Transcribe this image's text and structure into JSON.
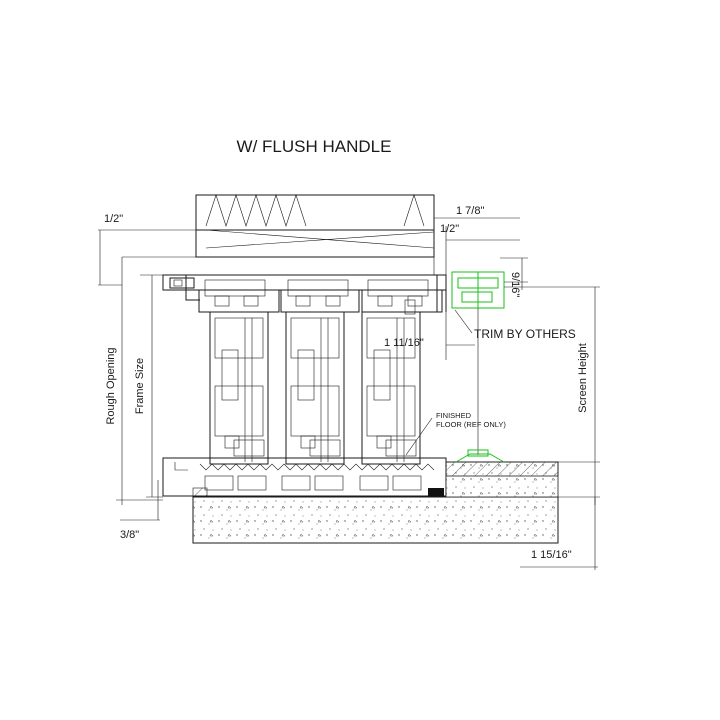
{
  "drawing": {
    "title": "W/ FLUSH HANDLE",
    "dims": {
      "top_half": "1/2\"",
      "head_1_7_8": "1  7/8\"",
      "head_1_2": "1/2\"",
      "screen_9_16": "9/16\"",
      "mid_1_11_16": "1  11/16\"",
      "bottom_3_8": "3/8\"",
      "bottom_1_15_16": "1  15/16\""
    },
    "labels": {
      "rough_opening": "Rough Opening",
      "frame_size": "Frame Size",
      "screen_height": "Screen Height",
      "trim": "TRIM BY OTHERS",
      "floor_line1": "FINISHED",
      "floor_line2": "FLOOR (REF ONLY)"
    },
    "colors": {
      "line": "#1a1a1a",
      "screen": "#19c219",
      "background": "#ffffff"
    }
  }
}
